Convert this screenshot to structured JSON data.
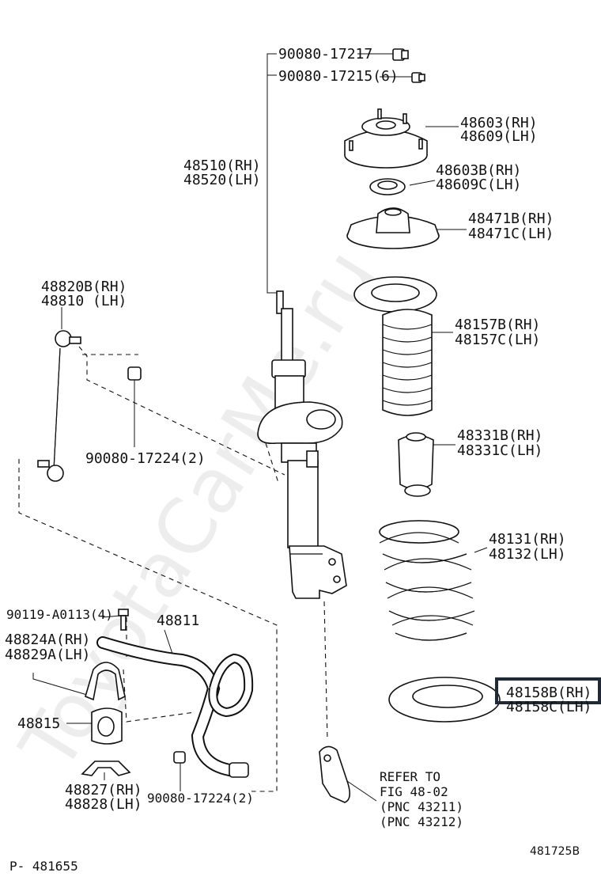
{
  "watermark": "ToyotaCarMe.ru",
  "labels": {
    "nut_1": "90080-17217",
    "nut_2": "90080-17215(6)",
    "support_rh": "48603(RH)",
    "support_lh": "48609(LH)",
    "bearing_rh": "48603B(RH)",
    "bearing_lh": "48609C(LH)",
    "upper_seat_rh": "48471B(RH)",
    "upper_seat_lh": "48471C(LH)",
    "strut_rh": "48510(RH)",
    "strut_lh": "48520(LH)",
    "boot_rh": "48157B(RH)",
    "boot_lh": "48157C(LH)",
    "link_rh": "48820B(RH)",
    "link_lh": "48810 (LH)",
    "link_nut": "90080-17224(2)",
    "bumper_rh": "48331B(RH)",
    "bumper_lh": "48331C(LH)",
    "spring_rh": "48131(RH)",
    "spring_lh": "48132(LH)",
    "bolt": "90119-A0113(4)",
    "stab_bar": "48811",
    "bracket_a_rh": "48824A(RH)",
    "bracket_a_lh": "48829A(LH)",
    "lower_ins_rh": "48158B(RH)",
    "lower_ins_lh": "48158C(LH)",
    "bushing": "48815",
    "bracket_b_rh": "48827(RH)",
    "bracket_b_lh": "48828(LH)",
    "bar_nut": "90080-17224(2)",
    "refer_1": "REFER TO",
    "refer_2": "FIG 48-02",
    "refer_3": "(PNC 43211)",
    "refer_4": "(PNC 43212)",
    "code_right": "481725B",
    "code_left": "P- 481655"
  }
}
